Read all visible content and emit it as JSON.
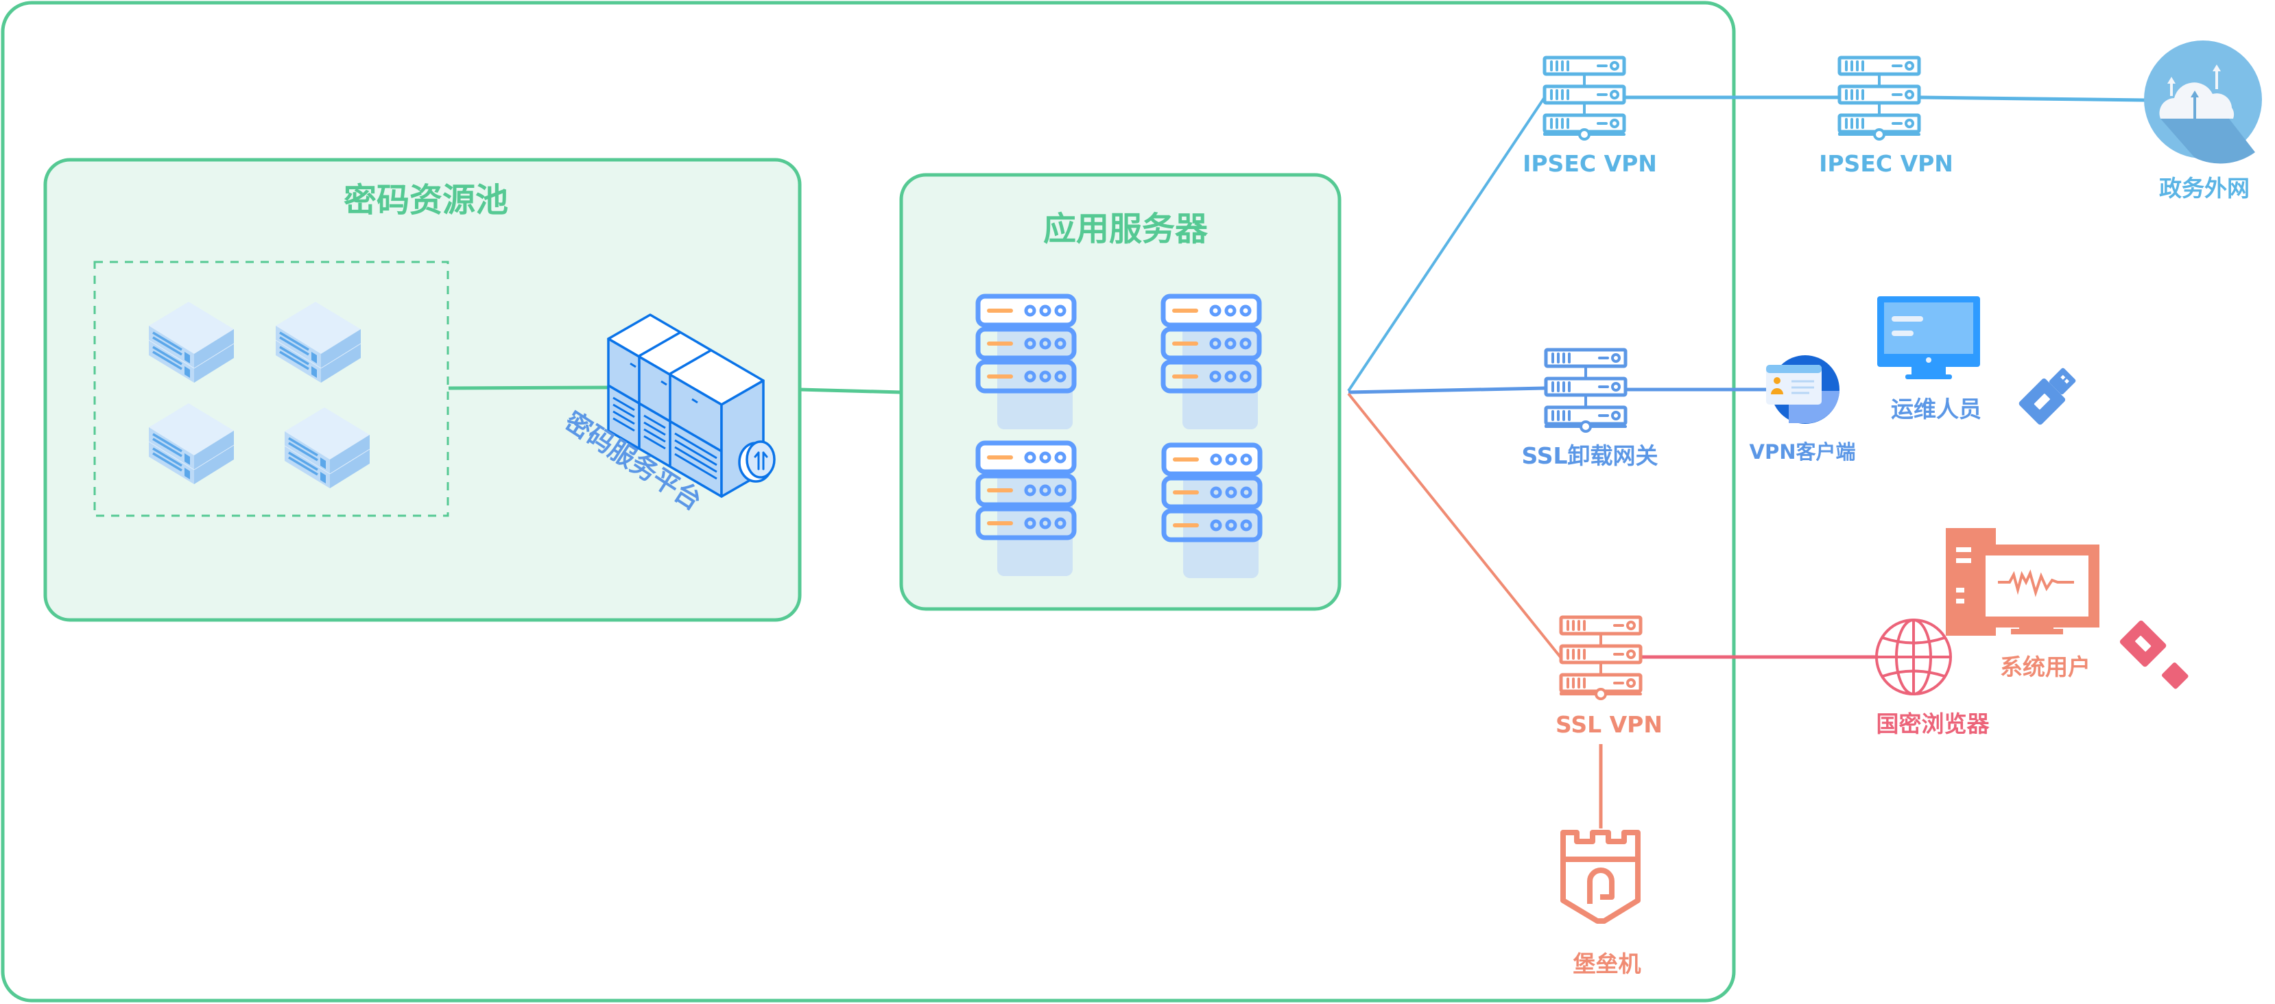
{
  "colors": {
    "frame": "#55c993",
    "box_fill": "#e8f7f0",
    "ipsec": "#5ab4e5",
    "ssl_gateway": "#5b97e6",
    "ssl_vpn": "#f08b73",
    "browser": "#ec6379",
    "server_orange": "#ffae63",
    "server_blue": "#5e9cfe"
  },
  "groups": {
    "crypto_pool": {
      "title": "密码资源池"
    },
    "app_servers": {
      "title": "应用服务器"
    }
  },
  "nodes": {
    "crypto_platform": {
      "label": "密码服务平台",
      "icon": "server-cabinet-icon"
    },
    "ipsec_vpn_internal": {
      "label": "IPSEC VPN",
      "icon": "server-rack-icon"
    },
    "ipsec_vpn_external": {
      "label": "IPSEC VPN",
      "icon": "server-rack-icon"
    },
    "gov_extranet": {
      "label": "政务外网",
      "icon": "cloud-icon"
    },
    "ssl_offload_gateway": {
      "label": "SSL卸载网关",
      "icon": "server-rack-icon"
    },
    "vpn_client": {
      "label": "VPN客户端",
      "icon": "id-card-icon"
    },
    "ops_staff": {
      "label": "运维人员",
      "icon": "monitor-icon"
    },
    "ssl_vpn": {
      "label": "SSL VPN",
      "icon": "server-rack-icon"
    },
    "bastion_host": {
      "label": "堡垒机",
      "icon": "castle-shield-icon"
    },
    "sm_browser": {
      "label": "国密浏览器",
      "icon": "globe-icon"
    },
    "system_user": {
      "label": "系统用户",
      "icon": "desktop-computer-icon"
    }
  },
  "connections": [
    {
      "from": "crypto_pool",
      "to": "crypto_platform"
    },
    {
      "from": "crypto_platform",
      "to": "app_servers"
    },
    {
      "from": "app_servers",
      "to": "ipsec_vpn_internal"
    },
    {
      "from": "ipsec_vpn_internal",
      "to": "ipsec_vpn_external"
    },
    {
      "from": "ipsec_vpn_external",
      "to": "gov_extranet"
    },
    {
      "from": "app_servers",
      "to": "ssl_offload_gateway"
    },
    {
      "from": "ssl_offload_gateway",
      "to": "vpn_client"
    },
    {
      "from": "app_servers",
      "to": "ssl_vpn"
    },
    {
      "from": "ssl_vpn",
      "to": "sm_browser"
    },
    {
      "from": "ssl_vpn",
      "to": "bastion_host"
    }
  ]
}
